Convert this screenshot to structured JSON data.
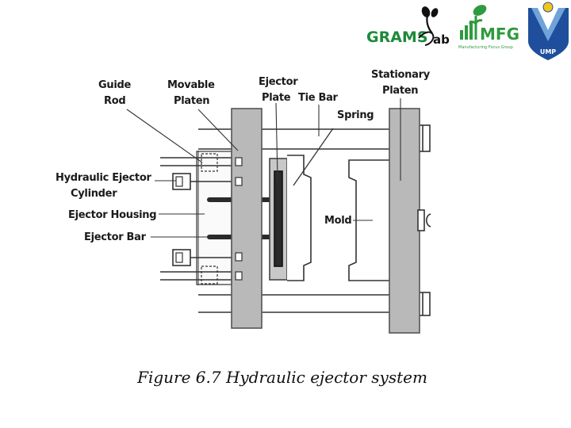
{
  "logos": {
    "grams": "GRAMS",
    "grams_suffix": "ab",
    "mfg": "MFG",
    "mfg_sub": "Manufacturing Focus Group",
    "ump": "UMP"
  },
  "labels": {
    "guide_rod_1": "Guide",
    "guide_rod_2": "Rod",
    "movable_1": "Movable",
    "movable_2": "Platen",
    "ejector_plate_1": "Ejector",
    "ejector_plate_2": "Plate",
    "tie_bar": "Tie Bar",
    "stationary_1": "Stationary",
    "stationary_2": "Platen",
    "spring": "Spring",
    "hyd_1": "Hydraulic Ejector",
    "hyd_2": "Cylinder",
    "ejector_housing": "Ejector Housing",
    "mold": "Mold",
    "ejector_bar": "Ejector Bar"
  },
  "caption": "Figure 6.7 Hydraulic ejector system"
}
